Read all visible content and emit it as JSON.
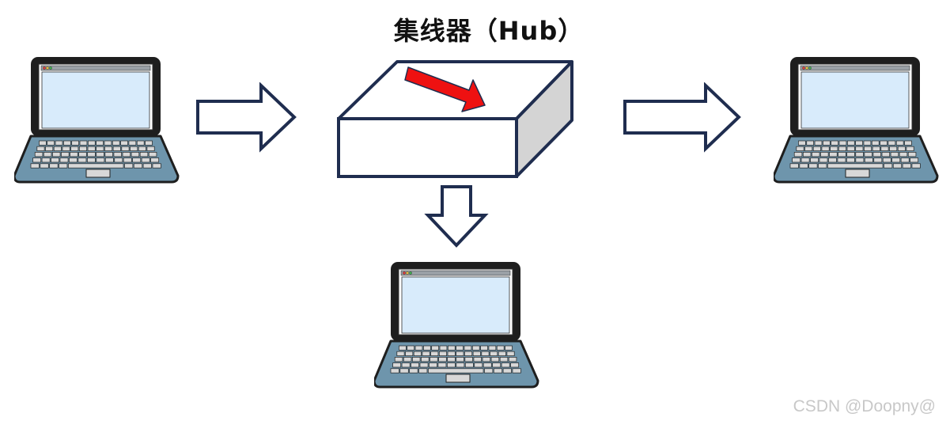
{
  "title": "集线器（Hub）",
  "watermark": "CSDN @Doopny@",
  "colors": {
    "outline": "#1f2d4f",
    "hub_top": "#ffffff",
    "hub_side": "#d4d4d4",
    "red_arrow": "#ee1111",
    "laptop_body": "#6e95ac",
    "laptop_bezel": "#1e1e1e",
    "screen": "#d8ebfb",
    "keys": "#d8d8d8"
  },
  "nodes": [
    {
      "id": "laptop-left",
      "icon": "laptop-icon"
    },
    {
      "id": "hub",
      "icon": "hub-box-icon",
      "label": "集线器（Hub）"
    },
    {
      "id": "laptop-right",
      "icon": "laptop-icon"
    },
    {
      "id": "laptop-bottom",
      "icon": "laptop-icon"
    }
  ],
  "edges": [
    {
      "from": "laptop-left",
      "to": "hub",
      "icon": "arrow-right-icon"
    },
    {
      "from": "hub",
      "to": "laptop-right",
      "icon": "arrow-right-icon"
    },
    {
      "from": "hub",
      "to": "laptop-bottom",
      "icon": "arrow-down-icon"
    }
  ]
}
